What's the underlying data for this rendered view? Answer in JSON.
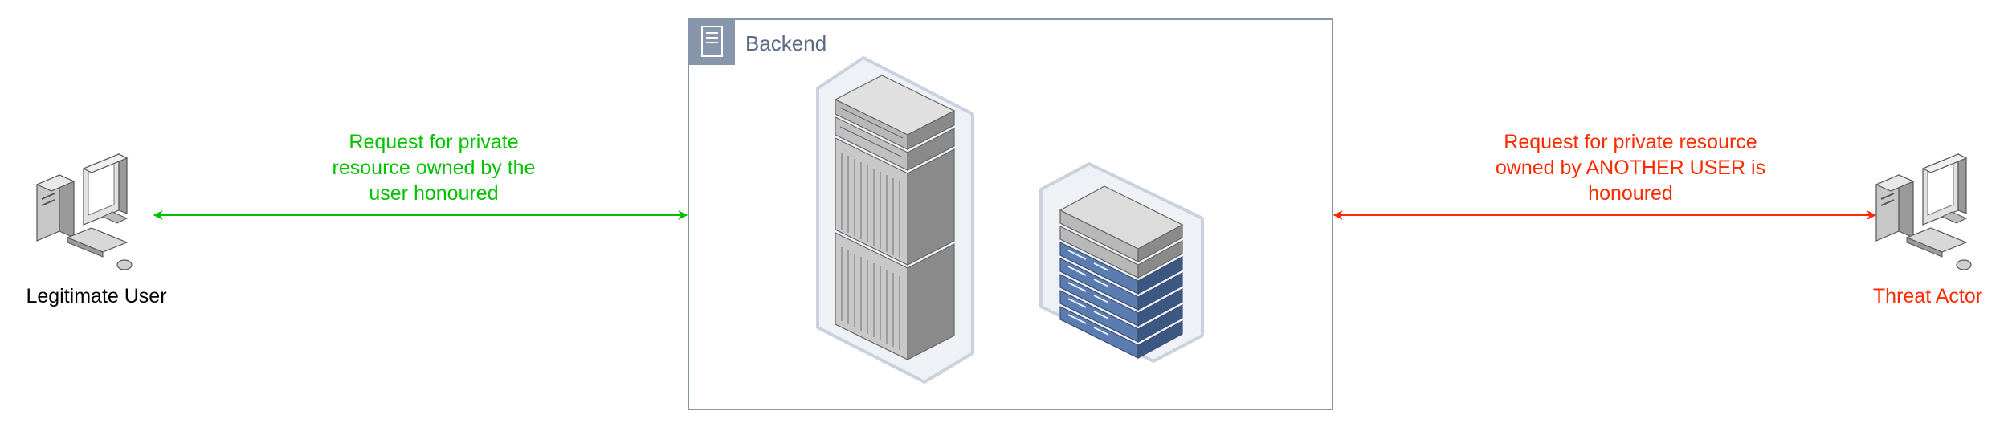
{
  "backend": {
    "title": "Backend"
  },
  "left_actor": {
    "label": "Legitimate User"
  },
  "right_actor": {
    "label": "Threat Actor"
  },
  "left_request": {
    "lines": [
      "Request for private",
      "resource owned by the",
      "user honoured"
    ]
  },
  "right_request": {
    "lines": [
      "Request for private resource",
      "owned by ANOTHER USER is",
      "honoured"
    ]
  },
  "colors": {
    "legit": "#00c200",
    "threat": "#ff2a00",
    "container_border": "#8796ab",
    "container_header": "#8796ab",
    "backend_text": "#5a6b86",
    "server_blue": "#4e6ea0"
  },
  "icons": {
    "left_actor": "desktop-computer-icon",
    "right_actor": "desktop-computer-icon",
    "backend_header": "server-document-icon",
    "backend_servers": [
      "server-rack-icon",
      "server-stack-icon"
    ]
  }
}
